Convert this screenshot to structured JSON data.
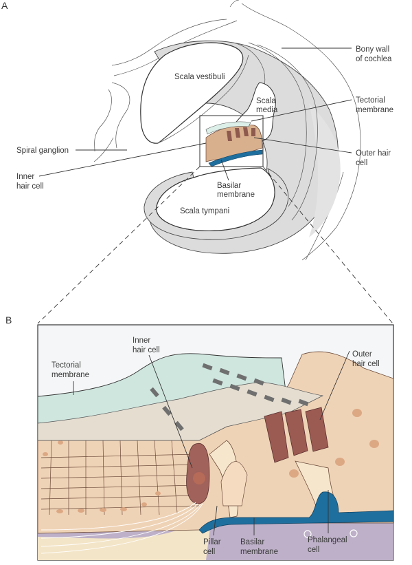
{
  "figure": {
    "panel_a": {
      "letter": "A",
      "labels": {
        "scala_vestibuli": "Scala vestibuli",
        "scala_media_1": "Scala",
        "scala_media_2": "media",
        "scala_tympani": "Scala tympani",
        "bony_wall_1": "Bony wall",
        "bony_wall_2": "of cochlea",
        "tectorial_1": "Tectorial",
        "tectorial_2": "membrane",
        "spiral_ganglion": "Spiral ganglion",
        "outer_hair_1": "Outer hair",
        "outer_hair_2": "cell",
        "inner_hair_1": "Inner",
        "inner_hair_2": "hair cell",
        "basilar_1": "Basilar",
        "basilar_2": "membrane"
      }
    },
    "panel_b": {
      "letter": "B",
      "labels": {
        "tectorial_1": "Tectorial",
        "tectorial_2": "membrane",
        "inner_hair_1": "Inner",
        "inner_hair_2": "hair cell",
        "outer_hair_1": "Outer",
        "outer_hair_2": "hair cell",
        "pillar_1": "Pillar",
        "pillar_2": "cell",
        "basilar_1": "Basilar",
        "basilar_2": "membrane",
        "phalangeal_1": "Phalangeal",
        "phalangeal_2": "cell"
      }
    },
    "colors": {
      "bone_gray": "#d9d9d9",
      "tectorial_teal": "#cfe6df",
      "tissue_tan": "#f0d2b4",
      "hair_cell_brown": "#9b5a52",
      "basilar_blue": "#1f6f9e",
      "base_lavender": "#bdb0c8"
    }
  }
}
